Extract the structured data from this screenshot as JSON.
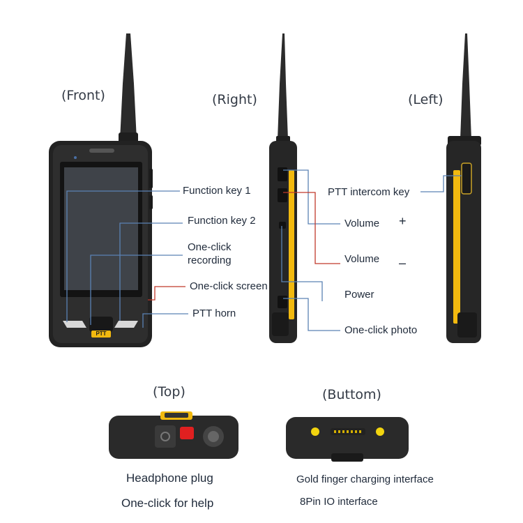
{
  "titles": {
    "front": "(Front)",
    "right": "(Right)",
    "left": "(Left)",
    "top": "(Top)",
    "bottom": "(Buttom)"
  },
  "front_labels": {
    "function_key_1": "Function key 1",
    "function_key_2": "Function key 2",
    "one_click_recording_line1": "One-click",
    "one_click_recording_line2": "recording",
    "one_click_screen": "One-click screen",
    "ptt_horn": "PTT  horn"
  },
  "right_labels": {
    "volume_up": "Volume",
    "volume_up_sign": "+",
    "volume_down": "Volume",
    "volume_down_sign": "–",
    "power": "Power",
    "one_click_photo": "One-click photo"
  },
  "left_labels": {
    "ptt_intercom_key": "PTT intercom key"
  },
  "top_labels": {
    "headphone_plug": "Headphone plug",
    "one_click_help": "One-click for help"
  },
  "bottom_labels": {
    "gold_finger": "Gold finger charging interface",
    "io_interface": "8Pin IO interface"
  },
  "brand_badge": "PTT",
  "colors": {
    "leader_blue": "#5a82b4",
    "leader_red": "#c0392b",
    "accent_yellow": "#f2b90f",
    "device_body": "#262626",
    "screen": "#3f4349"
  }
}
